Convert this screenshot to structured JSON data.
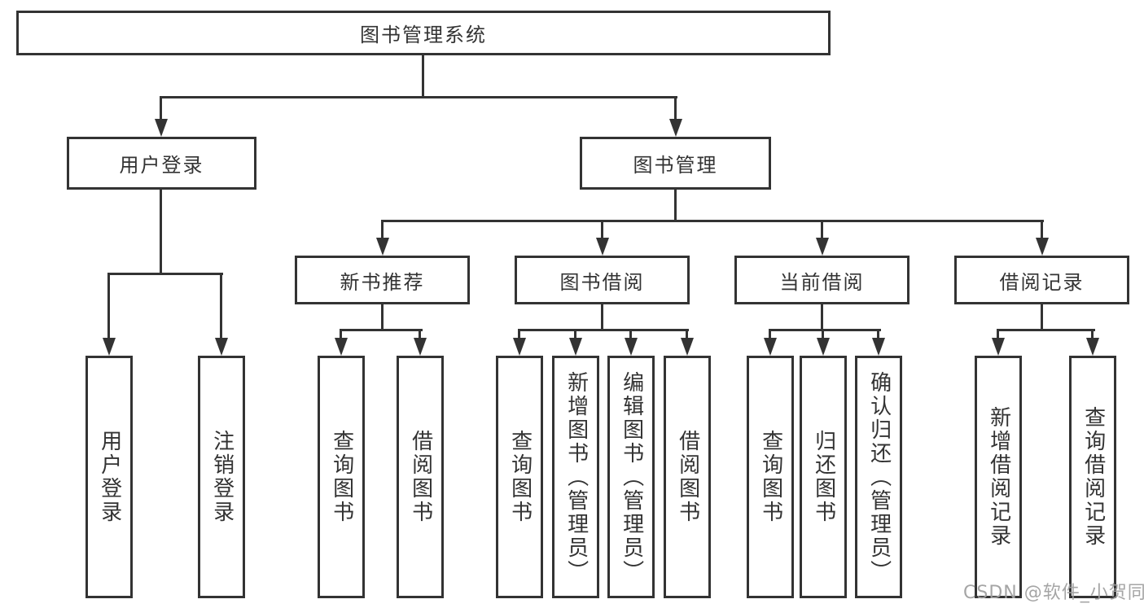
{
  "diagram": {
    "root": {
      "label": "图书管理系统"
    },
    "children": [
      {
        "label": "用户登录",
        "children": [
          {
            "label": "用户登录"
          },
          {
            "label": "注销登录"
          }
        ]
      },
      {
        "label": "图书管理",
        "children": [
          {
            "label": "新书推荐",
            "children": [
              {
                "label": "查询图书"
              },
              {
                "label": "借阅图书"
              }
            ]
          },
          {
            "label": "图书借阅",
            "children": [
              {
                "label": "查询图书"
              },
              {
                "label": "新增图书（管理员）"
              },
              {
                "label": "编辑图书（管理员）"
              },
              {
                "label": "借阅图书"
              }
            ]
          },
          {
            "label": "当前借阅",
            "children": [
              {
                "label": "查询图书"
              },
              {
                "label": "归还图书"
              },
              {
                "label": "确认归还（管理员）"
              }
            ]
          },
          {
            "label": "借阅记录",
            "children": [
              {
                "label": "新增借阅记录"
              },
              {
                "label": "查询借阅记录"
              }
            ]
          }
        ]
      }
    ]
  },
  "watermark": {
    "text": "CSDN @软件_小贺同学"
  },
  "colors": {
    "line": "#333333",
    "text": "#333333",
    "watermark": "#a0a0a0",
    "background": "#ffffff"
  }
}
